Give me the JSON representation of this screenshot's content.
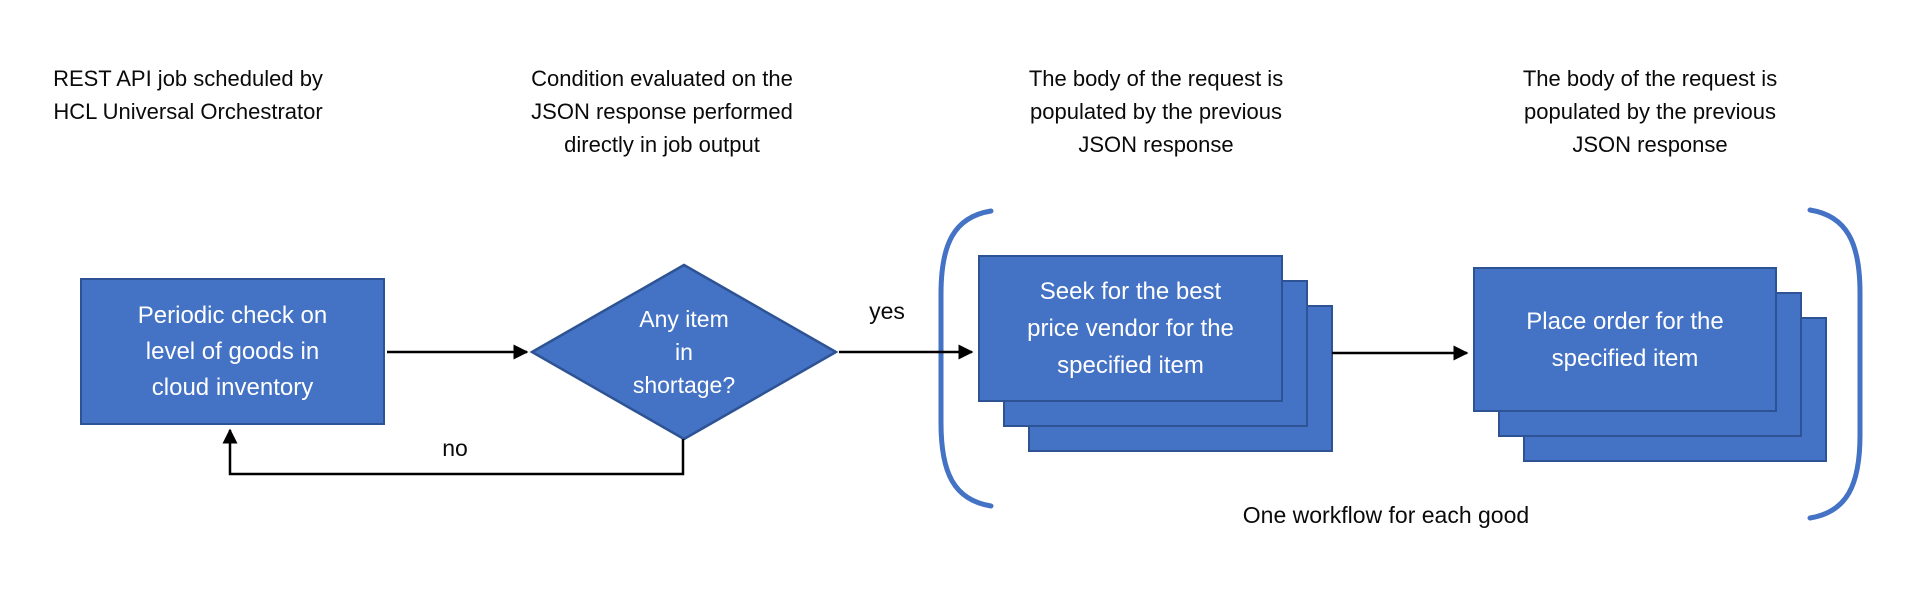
{
  "diagram": {
    "colors": {
      "node_fill": "#4472C4",
      "node_border": "#2E5395",
      "node_text": "#ffffff",
      "annotation_text": "#0a0a0a",
      "arrow": "#000000",
      "bracket": "#4472C4",
      "background": "#ffffff"
    },
    "annotations": {
      "scheduler_note": {
        "lines": [
          "REST API job scheduled by",
          "HCL Universal Orchestrator"
        ]
      },
      "condition_note": {
        "lines": [
          "Condition evaluated on the",
          "JSON response performed",
          "directly in job output"
        ]
      },
      "seek_body_note": {
        "lines": [
          "The body of the request is",
          "populated by the previous",
          "JSON response"
        ]
      },
      "order_body_note": {
        "lines": [
          "The body of the request is",
          "populated by the previous",
          "JSON response"
        ]
      }
    },
    "nodes": {
      "periodic_check": {
        "lines": [
          "Periodic check on",
          "level of goods in",
          "cloud inventory"
        ]
      },
      "shortage_decision": {
        "lines": [
          "Any item",
          "in",
          "shortage?"
        ]
      },
      "seek_vendor": {
        "lines": [
          "Seek for the best",
          "price vendor for the",
          "specified item"
        ]
      },
      "place_order": {
        "lines": [
          "Place order for the",
          "specified item"
        ]
      }
    },
    "edge_labels": {
      "yes": "yes",
      "no": "no"
    },
    "caption": "One workflow for each good"
  }
}
